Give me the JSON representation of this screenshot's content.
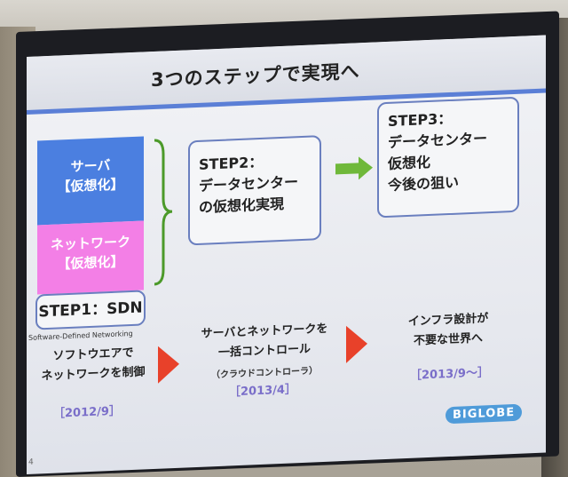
{
  "slide": {
    "title": "3つのステップで実現へ",
    "server_block": {
      "line1": "サーバ",
      "line2": "【仮想化】"
    },
    "network_block": {
      "line1": "ネットワーク",
      "line2": "【仮想化】"
    },
    "step1": {
      "label": "STEP1：SDN",
      "subtitle": "Software-Defined Networking"
    },
    "step2": {
      "line1": "STEP2：",
      "line2": "データセンター",
      "line3": "の仮想化実現"
    },
    "step3": {
      "line1": "STEP3：",
      "line2": "データセンター",
      "line3": "仮想化",
      "line4": "今後の狙い"
    },
    "bottom": {
      "col1": {
        "line1": "ソフトウエアで",
        "line2": "ネットワークを制御",
        "date": "［2012/9］"
      },
      "col2": {
        "line1": "サーバとネットワークを",
        "line2": "一括コントロール",
        "note": "（クラウドコントローラ）",
        "date": "［2013/4］"
      },
      "col3": {
        "line1": "インフラ設計が",
        "line2": "不要な世界へ",
        "date": "［2013/9～］"
      }
    },
    "logo": "BIGLOBE",
    "page_number": "4"
  },
  "colors": {
    "accent_blue": "#4b7fe0",
    "accent_pink": "#f37fe6",
    "arrow_green": "#6fb83a",
    "arrow_red": "#e8412a",
    "date_purple": "#7a6ec9"
  }
}
